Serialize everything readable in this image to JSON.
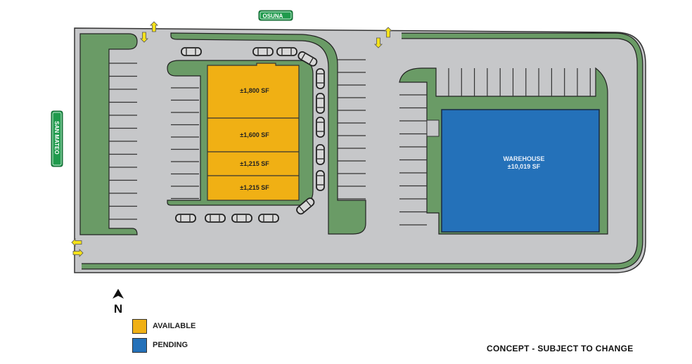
{
  "streets": {
    "north": "OSUNA",
    "west": "SAN MATEO"
  },
  "units": [
    {
      "label": "±1,800 SF",
      "status": "available"
    },
    {
      "label": "±1,600 SF",
      "status": "available"
    },
    {
      "label": "±1,215 SF",
      "status": "available"
    },
    {
      "label": "±1,215 SF",
      "status": "available"
    }
  ],
  "warehouse": {
    "name": "WAREHOUSE",
    "area": "±10,019 SF",
    "status": "pending"
  },
  "compass": {
    "label": "N"
  },
  "legend": [
    {
      "label": "AVAILABLE",
      "color": "#f0b014"
    },
    {
      "label": "PENDING",
      "color": "#2471b9"
    }
  ],
  "note": "CONCEPT - SUBJECT TO CHANGE",
  "colors": {
    "pavement": "#c6c7c9",
    "landscape": "#6a9b66",
    "available": "#f0b014",
    "pending": "#2471b9",
    "arrow": "#f5e21a",
    "sign": "#1f9a4c"
  }
}
